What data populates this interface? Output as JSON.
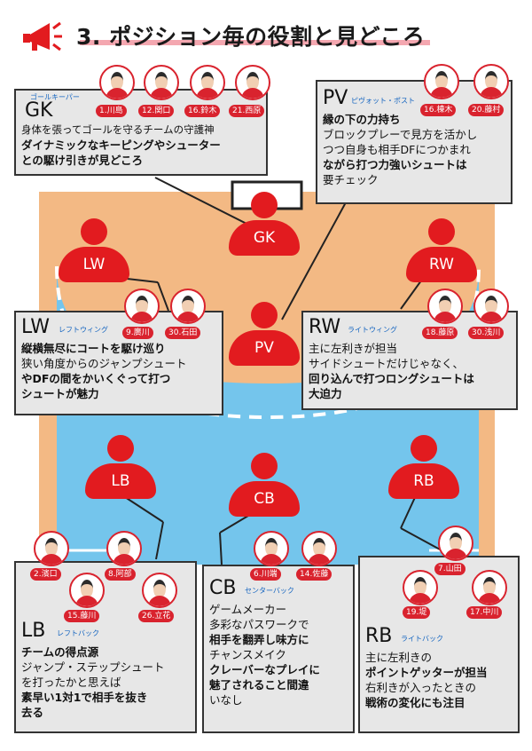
{
  "header": {
    "title": "3. ポジション毎の役割と見どころ"
  },
  "markers": {
    "gk": "GK",
    "lw": "LW",
    "rw": "RW",
    "pv": "PV",
    "lb": "LB",
    "cb": "CB",
    "rb": "RB"
  },
  "positions": {
    "gk": {
      "abbr": "GK",
      "sub": "ゴールキーパー",
      "lines": [
        {
          "text": "身体を張ってゴールを守るチームの守護神",
          "bold": false
        },
        {
          "text": "ダイナミックなキーピングやシューター",
          "bold": true
        },
        {
          "text": "との駆け引きが見どころ",
          "bold": true
        }
      ],
      "players": [
        "1.川島",
        "12.関口",
        "16.鈴木",
        "21.西原"
      ]
    },
    "pv": {
      "abbr": "PV",
      "sub": "ピヴォット・ポスト",
      "lines": [
        {
          "text": "縁の下の力持ち",
          "bold": true
        },
        {
          "text": "ブロックプレーで見方を活かし",
          "bold": false
        },
        {
          "text": "つつ自身も相手DFにつかまれ",
          "bold": false
        },
        {
          "text": "ながら打つ力強いシュートは",
          "bold": true
        },
        {
          "text": "要チェック",
          "bold": false
        }
      ],
      "players": [
        "16.棟木",
        "20.藤村"
      ]
    },
    "lw": {
      "abbr": "LW",
      "sub": "レフトウィング",
      "lines": [
        {
          "text": "縦横無尽にコートを駆け巡り",
          "bold": true
        },
        {
          "text": "狭い角度からのジャンプシュート",
          "bold": false
        },
        {
          "text": "やDFの間をかいくぐって打つ",
          "bold": true
        },
        {
          "text": "シュートが魅力",
          "bold": true
        }
      ],
      "players": [
        "9.廣川",
        "30.石田"
      ]
    },
    "rw": {
      "abbr": "RW",
      "sub": "ライトウィング",
      "lines": [
        {
          "text": "主に左利きが担当",
          "bold": false
        },
        {
          "text": "サイドシュートだけじゃなく、",
          "bold": false
        },
        {
          "text": "回り込んで打つロングシュートは",
          "bold": true
        },
        {
          "text": "大迫力",
          "bold": true
        }
      ],
      "players": [
        "18.藤原",
        "30.浅川"
      ]
    },
    "lb": {
      "abbr": "LB",
      "sub": "レフトバック",
      "lines": [
        {
          "text": "チームの得点源",
          "bold": true
        },
        {
          "text": "ジャンプ・ステップシュート",
          "bold": false
        },
        {
          "text": "を打ったかと思えば",
          "bold": false
        },
        {
          "text": "素早い1対1で相手を抜き",
          "bold": true
        },
        {
          "text": "去る",
          "bold": true
        }
      ],
      "players": [
        "2.濱口",
        "8.阿部",
        "15.藤川",
        "26.立花"
      ]
    },
    "cb": {
      "abbr": "CB",
      "sub": "センターバック",
      "lines": [
        {
          "text": "ゲームメーカー",
          "bold": false
        },
        {
          "text": "多彩なパスワークで",
          "bold": false
        },
        {
          "text": "相手を翻弄し味方に",
          "bold": true
        },
        {
          "text": "チャンスメイク",
          "bold": false
        },
        {
          "text": "クレーバーなプレイに",
          "bold": true
        },
        {
          "text": "魅了されること間違",
          "bold": true
        },
        {
          "text": "いなし",
          "bold": false
        }
      ],
      "players": [
        "6.川端",
        "14.佐藤"
      ]
    },
    "rb": {
      "abbr": "RB",
      "sub": "ライトバック",
      "lines": [
        {
          "text": "主に左利きの",
          "bold": false
        },
        {
          "text": "ポイントゲッターが担当",
          "bold": true
        },
        {
          "text": "右利きが入ったときの",
          "bold": false
        },
        {
          "text": "戦術の変化にも注目",
          "bold": true
        }
      ],
      "players": [
        "7.山田",
        "19.堤",
        "17.中川"
      ]
    }
  },
  "colors": {
    "accent": "#e21b1f",
    "court_orange": "#f3b984",
    "court_blue": "#74c5ec",
    "box": "#e7e7e7",
    "sub_label": "#1565c0",
    "title_underline": "#f4a7b0"
  }
}
